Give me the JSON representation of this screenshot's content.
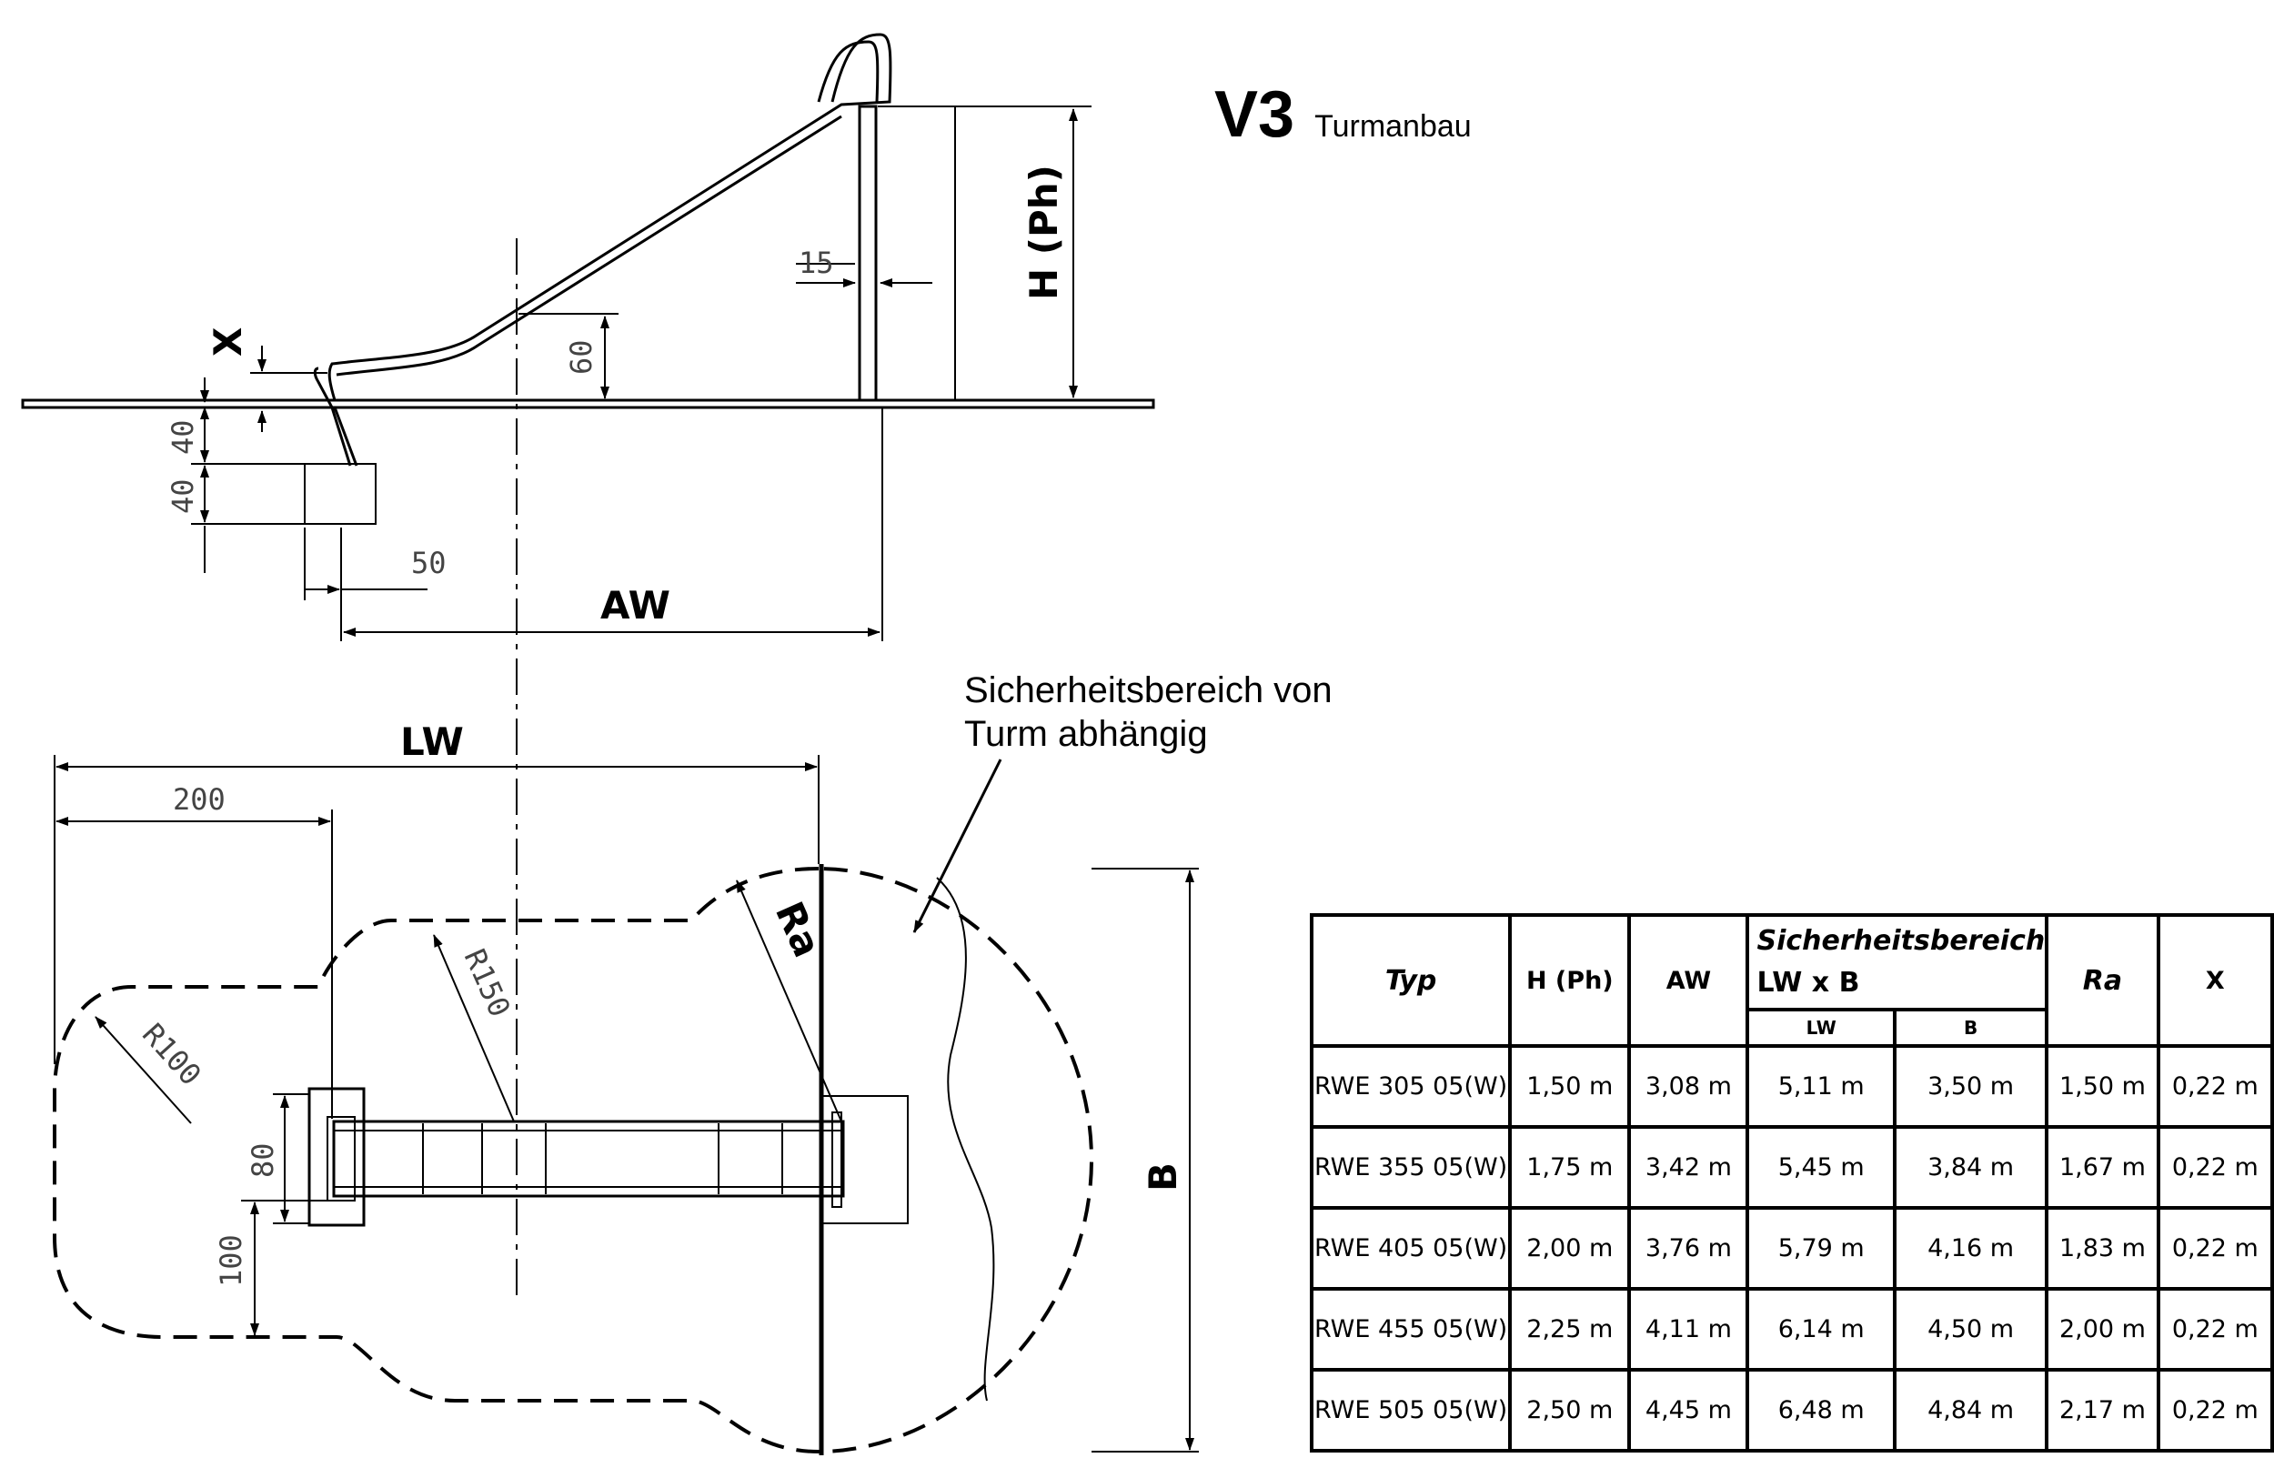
{
  "title": {
    "code": "V3",
    "subtitle": "Turmanbau"
  },
  "note": {
    "line1": "Sicherheitsbereich von",
    "line2": "Turm abhängig"
  },
  "side_view": {
    "labels": {
      "x": "X",
      "height": "H (Ph)",
      "aw": "AW"
    },
    "dimensions": {
      "d15": "15",
      "d60": "60",
      "d40a": "40",
      "d40b": "40",
      "d50": "50"
    }
  },
  "top_view": {
    "labels": {
      "lw": "LW",
      "b": "B",
      "ra": "Ra"
    },
    "dimensions": {
      "d200": "200",
      "d80": "80",
      "d100": "100",
      "r100": "R100",
      "r150": "R150"
    }
  },
  "table": {
    "headers": {
      "typ": "Typ",
      "h": "H (Ph)",
      "aw": "AW",
      "safety_line1": "Sicherheitsbereich",
      "safety_line2": "LW x B",
      "lw": "LW",
      "b": "B",
      "ra": "Ra",
      "x": "X"
    },
    "rows": [
      {
        "typ": "RWE 305 05(W)",
        "h": "1,50  m",
        "aw": "3,08  m",
        "lw": "5,11 m",
        "b": "3,50 m",
        "ra": "1,50 m",
        "x": "0,22 m"
      },
      {
        "typ": "RWE 355 05(W)",
        "h": "1,75  m",
        "aw": "3,42  m",
        "lw": "5,45 m",
        "b": "3,84 m",
        "ra": "1,67 m",
        "x": "0,22 m"
      },
      {
        "typ": "RWE 405 05(W)",
        "h": "2,00  m",
        "aw": "3,76  m",
        "lw": "5,79 m",
        "b": "4,16 m",
        "ra": "1,83 m",
        "x": "0,22 m"
      },
      {
        "typ": "RWE 455 05(W)",
        "h": "2,25  m",
        "aw": "4,11  m",
        "lw": "6,14 m",
        "b": "4,50 m",
        "ra": "2,00 m",
        "x": "0,22 m"
      },
      {
        "typ": "RWE 505 05(W)",
        "h": "2,50  m",
        "aw": "4,45  m",
        "lw": "6,48 m",
        "b": "4,84 m",
        "ra": "2,17 m",
        "x": "0,22 m"
      }
    ]
  }
}
